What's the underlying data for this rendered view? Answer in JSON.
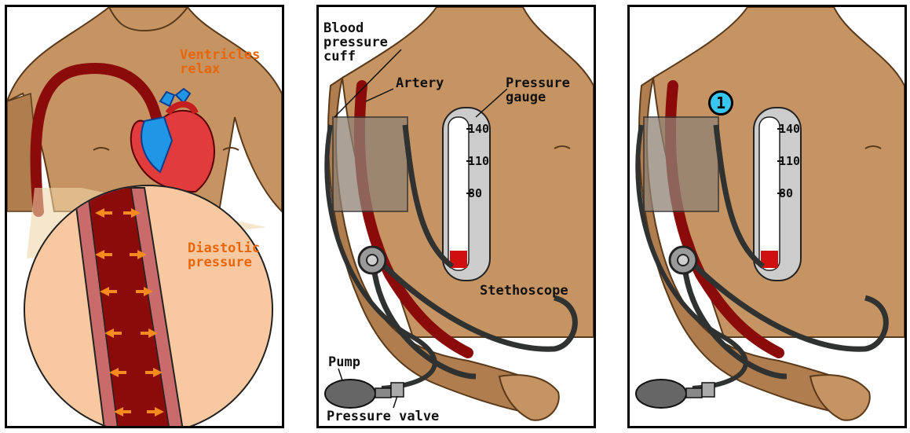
{
  "panel1": {
    "label_ventricles": "Ventricles\nrelax",
    "label_diastolic": "Diastolic\npressure"
  },
  "panel2": {
    "label_cuff": "Blood\npressure\ncuff",
    "label_artery": "Artery",
    "label_gauge": "Pressure\ngauge",
    "label_stethoscope": "Stethoscope",
    "label_pump": "Pump",
    "label_valve": "Pressure valve",
    "gauge_ticks": [
      "140",
      "110",
      "80"
    ]
  },
  "panel3": {
    "step_number": "1",
    "gauge_ticks": [
      "140",
      "110",
      "80"
    ]
  },
  "colors": {
    "skin": "#c69463",
    "skin_dark": "#8b5a2b",
    "artery": "#8b0a0a",
    "orange_label": "#e8660a",
    "zoom_circle": "#f8c9a0",
    "badge": "#38c6f0"
  }
}
